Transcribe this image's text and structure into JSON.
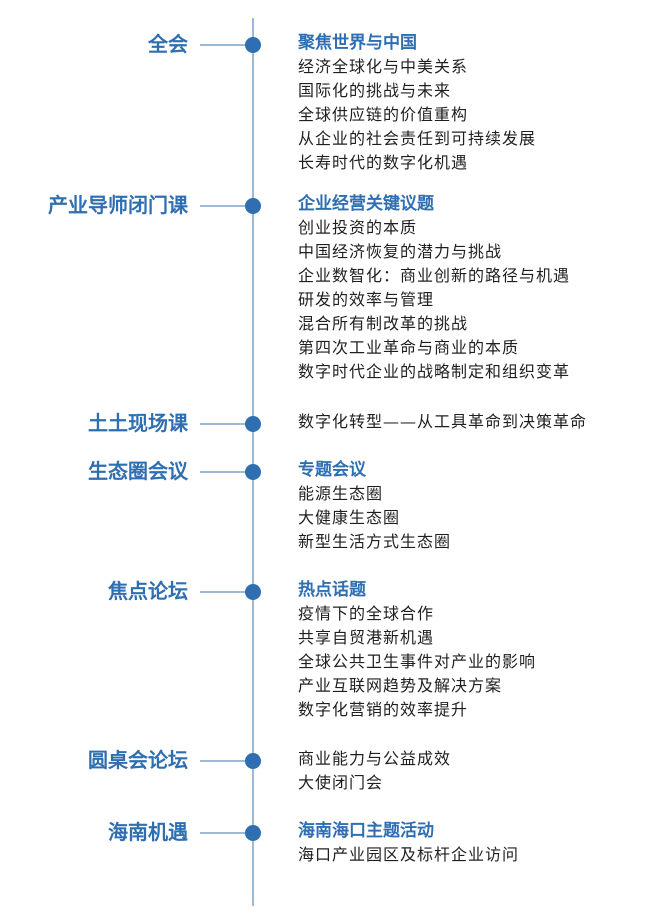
{
  "sections": [
    {
      "category": "全会",
      "heading": "聚焦世界与中国",
      "items": [
        "经济全球化与中美关系",
        "国际化的挑战与未来",
        "全球供应链的价值重构",
        "从企业的社会责任到可持续发展",
        "长寿时代的数字化机遇"
      ]
    },
    {
      "category": "产业导师闭门课",
      "heading": "企业经营关键议题",
      "items": [
        "创业投资的本质",
        "中国经济恢复的潜力与挑战",
        "企业数智化：商业创新的路径与机遇",
        "研发的效率与管理",
        "混合所有制改革的挑战",
        "第四次工业革命与商业的本质",
        "数字时代企业的战略制定和组织变革"
      ]
    },
    {
      "category": "土土现场课",
      "heading": "",
      "items": [
        "数字化转型——从工具革命到决策革命"
      ]
    },
    {
      "category": "生态圈会议",
      "heading": "专题会议",
      "items": [
        "能源生态圈",
        "大健康生态圈",
        "新型生活方式生态圈"
      ]
    },
    {
      "category": "焦点论坛",
      "heading": "热点话题",
      "items": [
        "疫情下的全球合作",
        "共享自贸港新机遇",
        "全球公共卫生事件对产业的影响",
        "产业互联网趋势及解决方案",
        "数字化营销的效率提升"
      ]
    },
    {
      "category": "圆桌会论坛",
      "heading": "",
      "items": [
        "商业能力与公益成效",
        "大使闭门会"
      ]
    },
    {
      "category": "海南机遇",
      "heading": "海南海口主题活动",
      "items": [
        "海口产业园区及标杆企业访问"
      ]
    }
  ]
}
